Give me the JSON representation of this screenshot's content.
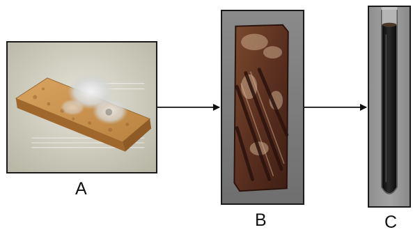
{
  "panels": [
    {
      "label": "A",
      "image": "bread-slice-with-white-mold-photo"
    },
    {
      "label": "B",
      "image": "dark-fermented-substrate-strip-photo"
    },
    {
      "label": "C",
      "image": "dark-liquid-in-test-tube-photo"
    }
  ],
  "arrows": [
    {
      "from": "A",
      "to": "B"
    },
    {
      "from": "B",
      "to": "C"
    }
  ],
  "colors": {
    "frame": "#1a1a1a",
    "arrow": "#111111",
    "bread": "#c9904f",
    "mold": "#dcdcdc",
    "substrate": "#5a2e1c",
    "liquid": "#141414"
  }
}
